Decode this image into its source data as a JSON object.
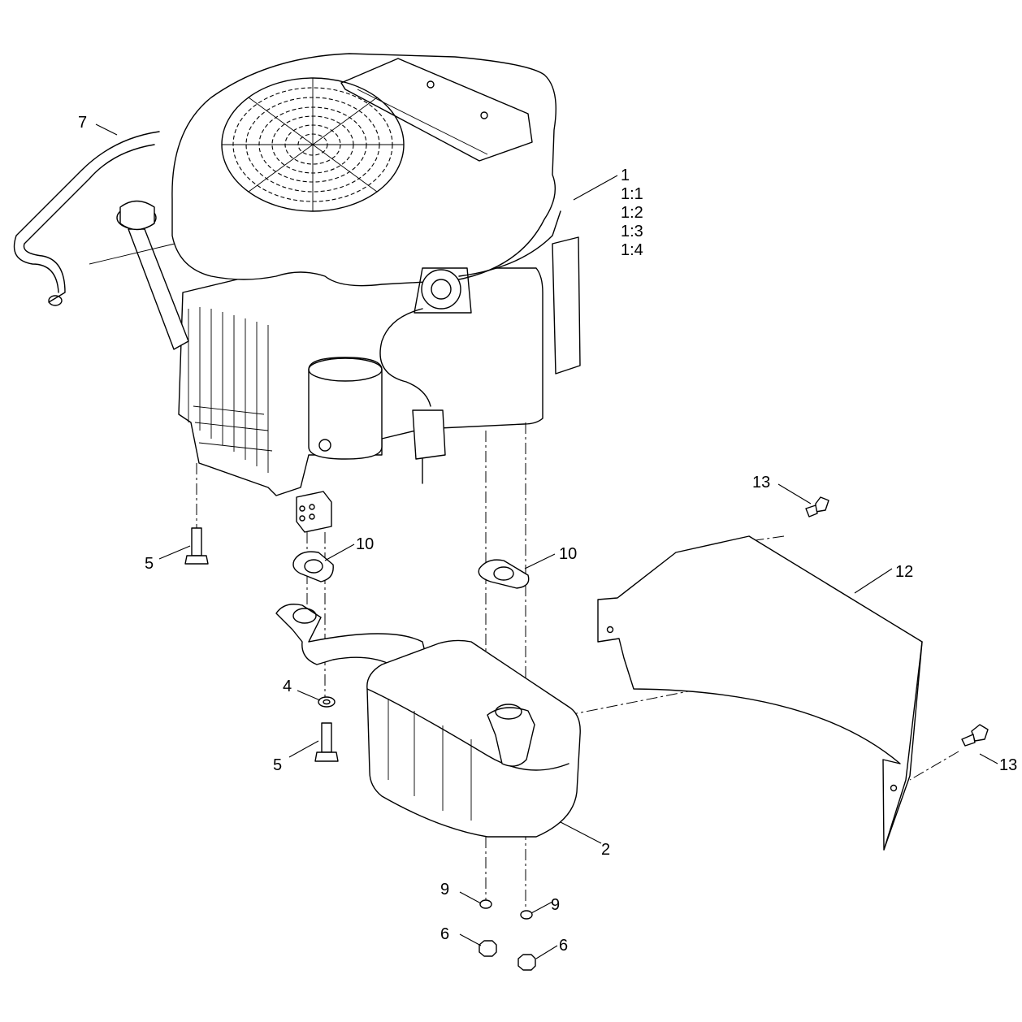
{
  "callouts": [
    {
      "id": "engine",
      "label": "1"
    },
    {
      "id": "engine-kit-1",
      "label": "1:1"
    },
    {
      "id": "engine-kit-2",
      "label": "1:2"
    },
    {
      "id": "engine-kit-3",
      "label": "1:3"
    },
    {
      "id": "engine-kit-4",
      "label": "1:4"
    },
    {
      "id": "muffler",
      "label": "2"
    },
    {
      "id": "washer",
      "label": "4"
    },
    {
      "id": "bolt-upper",
      "label": "5"
    },
    {
      "id": "bolt-lower",
      "label": "5"
    },
    {
      "id": "nut-left",
      "label": "6"
    },
    {
      "id": "nut-right",
      "label": "6"
    },
    {
      "id": "hose",
      "label": "7"
    },
    {
      "id": "lockwasher-left",
      "label": "9"
    },
    {
      "id": "lockwasher-right",
      "label": "9"
    },
    {
      "id": "gasket-left",
      "label": "10"
    },
    {
      "id": "gasket-right",
      "label": "10"
    },
    {
      "id": "heat-shield",
      "label": "12"
    },
    {
      "id": "shield-bolt-upper",
      "label": "13"
    },
    {
      "id": "shield-bolt-lower",
      "label": "13"
    }
  ]
}
